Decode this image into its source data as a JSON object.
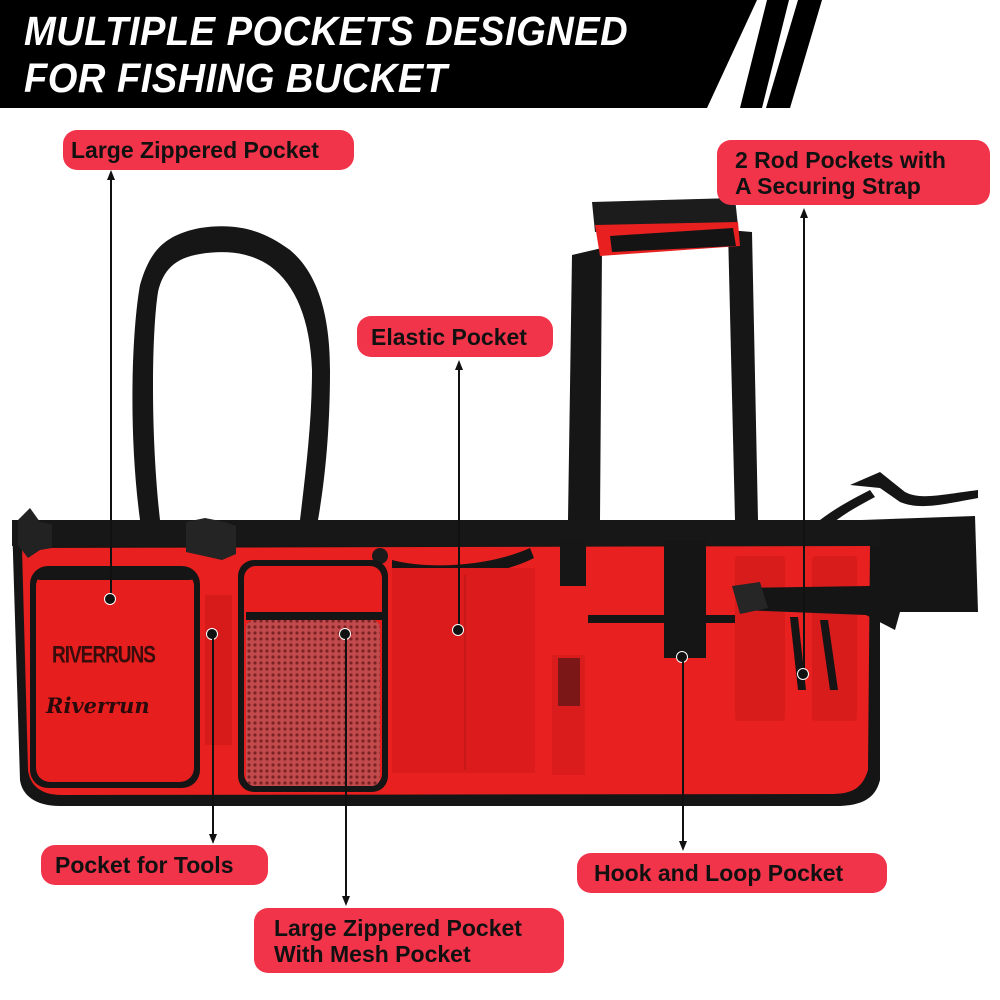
{
  "banner": {
    "title_line1": "MULTIPLE POCKETS DESIGNED",
    "title_line2": "FOR FISHING BUCKET",
    "bg_color": "#000000",
    "text_color": "#ffffff"
  },
  "product": {
    "brand_logo_text": "RIVERRUNS",
    "brand_script_text": "Riverrun",
    "body_color": "#e8201f",
    "trim_color": "#151515",
    "mesh_color": "#c95a5a"
  },
  "callouts": [
    {
      "id": "large-zippered-pocket",
      "lines": [
        "Large Zippered Pocket"
      ]
    },
    {
      "id": "rod-pockets",
      "lines": [
        "2 Rod Pockets with",
        "A Securing Strap"
      ]
    },
    {
      "id": "elastic-pocket",
      "lines": [
        "Elastic Pocket"
      ]
    },
    {
      "id": "pocket-for-tools",
      "lines": [
        "Pocket for Tools"
      ]
    },
    {
      "id": "mesh-pocket",
      "lines": [
        "Large Zippered Pocket",
        "With Mesh Pocket"
      ]
    },
    {
      "id": "hook-loop-pocket",
      "lines": [
        "Hook and Loop Pocket"
      ]
    }
  ],
  "colors": {
    "label_bg": "#f2344b",
    "label_text": "#111111"
  }
}
